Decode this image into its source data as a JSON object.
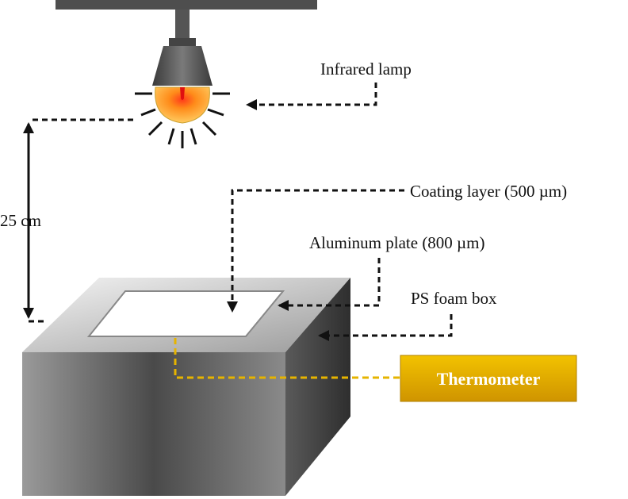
{
  "labels": {
    "lamp": "Infrared lamp",
    "distance": "25 cm",
    "coating": "Coating layer (500 µm)",
    "aluminum": "Aluminum plate (800 µm)",
    "box": "PS foam box",
    "thermometer": "Thermometer"
  },
  "colors": {
    "lamp_housing": "#555555",
    "bulb_glow": "#f5a623",
    "bulb_core": "#e02020",
    "thermometer_fill": "#e6b400",
    "thermometer_wire": "#e6b400",
    "box_top": "#d8d8d8",
    "box_front": "#6e6e6e",
    "box_side": "#4a4a4a"
  },
  "icons": {
    "lamp": "infrared-lamp-icon",
    "box": "foam-box-icon"
  }
}
